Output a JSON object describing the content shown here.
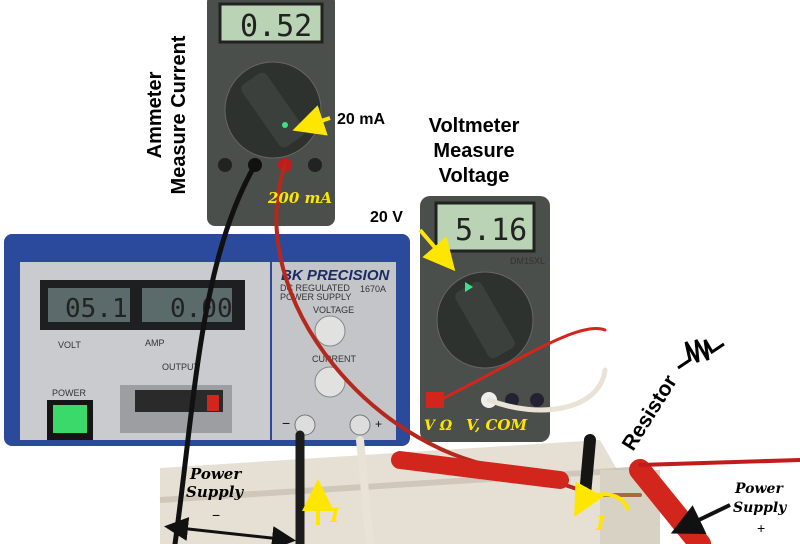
{
  "ammeter": {
    "title_line1": "Ammeter",
    "title_line2": "Measure Current",
    "reading": "0.52",
    "range_label": "20 mA",
    "port_label": "200 mA"
  },
  "voltmeter": {
    "title_line1": "Voltmeter",
    "title_line2": "Measure",
    "title_line3": "Voltage",
    "reading": "5.16",
    "model": "DM15XL",
    "range_label": "20 V",
    "port_left": "V Ω",
    "port_right": "V, COM"
  },
  "power_supply": {
    "brand": "BK PRECISION",
    "subtitle_line1": "DC REGULATED",
    "subtitle_line2": "POWER SUPPLY",
    "model": "1670A",
    "volt_display": "05.1",
    "amp_display": "0.00",
    "volt_label": "VOLT",
    "amp_label": "AMP",
    "voltage_knob": "VOLTAGE",
    "current_knob": "CURRENT",
    "output_label": "OUTPUT",
    "power_label": "POWER",
    "minus": "−",
    "plus": "+"
  },
  "annotations": {
    "resistor": "Resistor",
    "current_symbol": "I",
    "ps_minus_line1": "Power",
    "ps_minus_line2": "Supply",
    "ps_minus_sign": "−",
    "ps_plus_line1": "Power",
    "ps_plus_line2": "Supply",
    "ps_plus_sign": "+"
  },
  "colors": {
    "highlight": "#ffe600",
    "ps_blue": "#2b4a9c",
    "meter": "#4a4f4b",
    "lcd": "#b9d3b4"
  }
}
